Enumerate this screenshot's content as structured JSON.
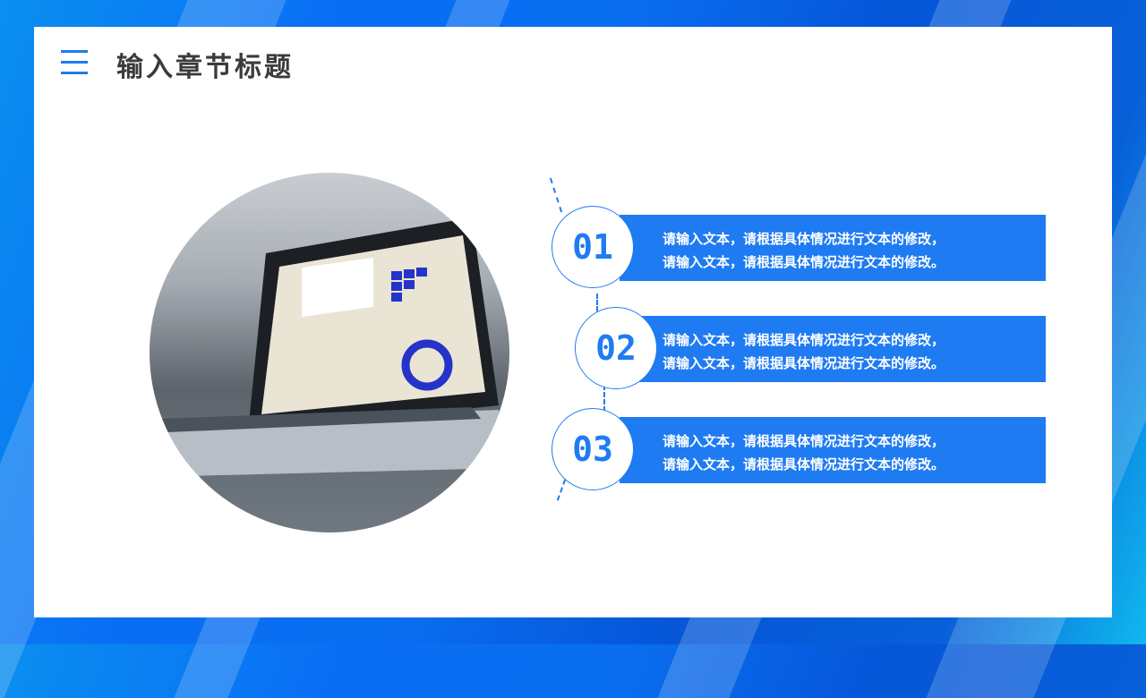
{
  "header": {
    "menu_icon": "menu-icon",
    "title": "输入章节标题"
  },
  "image": {
    "description": "laptop showing analytics dashboard"
  },
  "items": [
    {
      "number": "01",
      "line1": "请输入文本，请根据具体情况进行文本的修改，",
      "line2": "请输入文本，请根据具体情况进行文本的修改。"
    },
    {
      "number": "02",
      "line1": "请输入文本，请根据具体情况进行文本的修改，",
      "line2": "请输入文本，请根据具体情况进行文本的修改。"
    },
    {
      "number": "03",
      "line1": "请输入文本，请根据具体情况进行文本的修改，",
      "line2": "请输入文本，请根据具体情况进行文本的修改。"
    }
  ],
  "colors": {
    "accent": "#1f7bf2",
    "title": "#3b3b3b",
    "background": "#0a6ef0"
  }
}
